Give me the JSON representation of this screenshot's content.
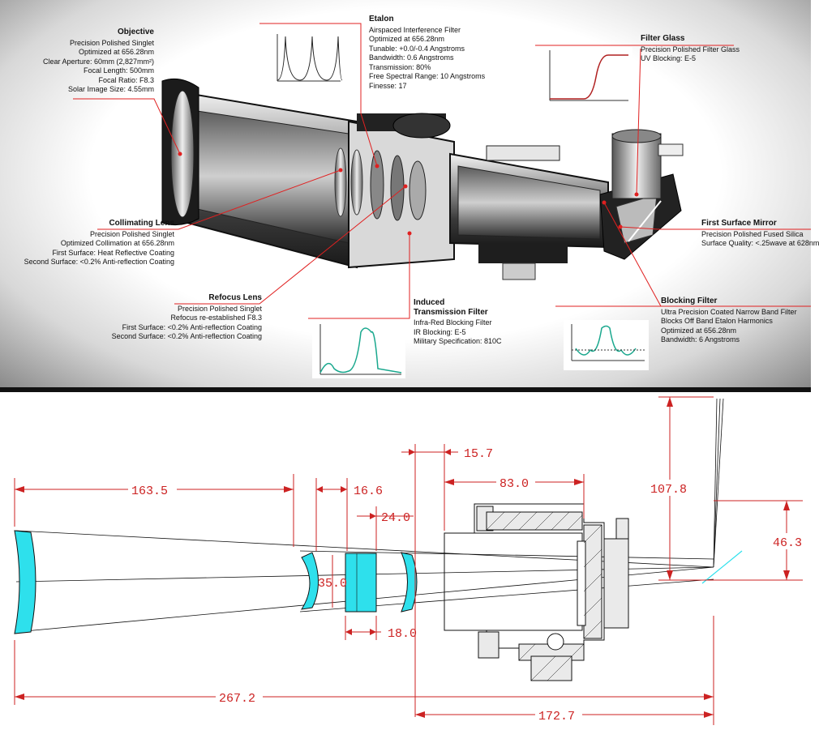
{
  "callouts": {
    "objective": {
      "title": "Objective",
      "lines": [
        "Precision Polished Singlet",
        "Optimized at 656.28nm",
        "Clear Aperture: 60mm (2,827mm²)",
        "Focal Length: 500mm",
        "Focal Ratio: F8.3",
        "Solar Image Size: 4.55mm"
      ]
    },
    "etalon": {
      "title": "Etalon",
      "lines": [
        "Airspaced Interference Filter",
        "Optimized at 656.28nm",
        "Tunable: +0.0/-0.4 Angstroms",
        "Bandwidth: 0.6 Angstroms",
        "Transmission: 80%",
        "Free Spectral Range: 10 Angstroms",
        "Finesse: 17"
      ]
    },
    "filter_glass": {
      "title": "Filter Glass",
      "lines": [
        "Precision Polished Filter Glass",
        "UV Blocking: E-5"
      ]
    },
    "collimating_lens": {
      "title": "Collimating Lens",
      "lines": [
        "Precision Polished Singlet",
        "Optimized Collimation at 656.28nm",
        "First Surface: Heat Reflective Coating",
        "Second Surface: <0.2% Anti-reflection Coating"
      ]
    },
    "first_surface_mirror": {
      "title": "First Surface Mirror",
      "lines": [
        "Precision Polished Fused Silica",
        "Surface Quality: <.25wave at 628nm"
      ]
    },
    "refocus_lens": {
      "title": "Refocus Lens",
      "lines": [
        "Precision Polished Singlet",
        "Refocus re-established F8.3",
        "First Surface: <0.2% Anti-reflection Coating",
        "Second Surface: <0.2% Anti-reflection Coating"
      ]
    },
    "induced_transmission_filter": {
      "title": "Induced",
      "title2": "Transmission Filter",
      "lines": [
        "Infra-Red Blocking Filter",
        "IR Blocking: E-5",
        "Military Specification: 810C"
      ]
    },
    "blocking_filter": {
      "title": "Blocking Filter",
      "lines": [
        "Ultra Precision Coated Narrow Band Filter",
        "Blocks Off Band Etalon Harmonics",
        "Optimized at 656.28nm",
        "Bandwidth: 6 Angstroms"
      ]
    }
  },
  "drawing": {
    "dimensions": {
      "d_163_5": "163.5",
      "d_16_6": "16.6",
      "d_24_0": "24.0",
      "d_15_7": "15.7",
      "d_83_0": "83.0",
      "d_107_8": "107.8",
      "d_46_3": "46.3",
      "d_35_0": "35.0",
      "d_18_0": "18.0",
      "d_267_2": "267.2",
      "d_172_7": "172.7"
    }
  },
  "colors": {
    "lens_cyan": "#2ee0ec",
    "dimension_red": "#cc2222",
    "leader_red": "#e02020",
    "curve_green": "#1aa88e",
    "curve_red": "#b02020"
  }
}
